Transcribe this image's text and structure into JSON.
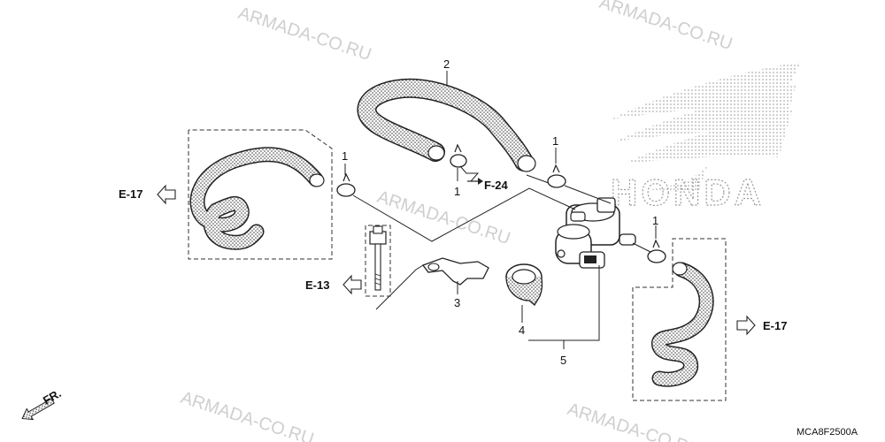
{
  "watermark": {
    "text": "ARMADA-CO.RU"
  },
  "brand": {
    "text": "HONDA"
  },
  "diagram_code": "MCA8F2500A",
  "direction": {
    "front": "FR."
  },
  "callouts": {
    "c1": "1",
    "c2": "2",
    "c3": "3",
    "c4": "4",
    "c5": "5"
  },
  "refs": {
    "left_e17": "E-17",
    "right_e17": "E-17",
    "e13": "E-13",
    "f24": "F-24"
  }
}
